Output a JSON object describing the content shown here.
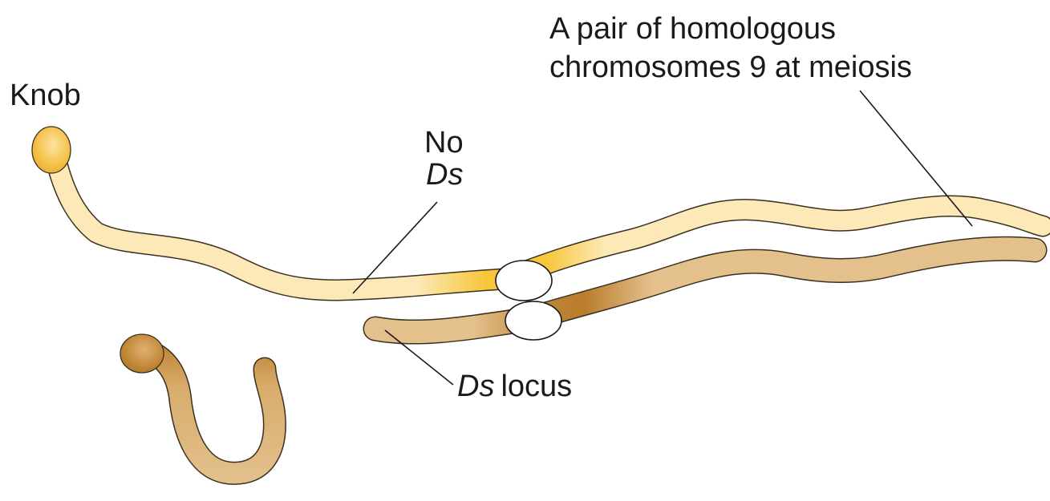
{
  "labels": {
    "knob": "Knob",
    "no": "No",
    "ds": "Ds",
    "ds_locus_italic": "Ds",
    "ds_locus_rest": "locus",
    "homologous_line1": "A pair of homologous",
    "homologous_line2": "chromosomes 9 at meiosis"
  },
  "colors": {
    "chromosome_light": "#fde9b8",
    "chromosome_light_edge": "#5a4a30",
    "chromosome_yellow": "#f7c63a",
    "chromosome_tan": "#e3c08c",
    "chromosome_brown": "#b97c2a",
    "knob_yellow": "#f5c24a",
    "knob_brown": "#c48a3a",
    "centromere": "#ffffff"
  }
}
